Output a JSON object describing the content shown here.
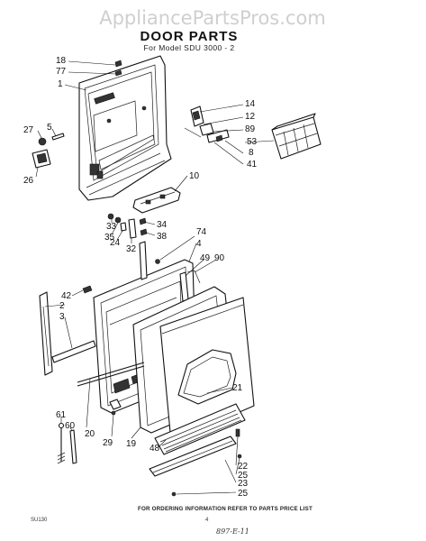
{
  "watermark": "AppliancePartsPros.com",
  "title": "DOOR PARTS",
  "subtitle": "For Model SDU 3000 - 2",
  "footer_note": "FOR ORDERING INFORMATION REFER TO PARTS PRICE LIST",
  "doc_code": "SU130",
  "page_number": "4",
  "signature": "897-E-11",
  "callouts": {
    "c18": "18",
    "c77": "77",
    "c1": "1",
    "c27": "27",
    "c5": "5",
    "c26": "26",
    "c14": "14",
    "c12": "12",
    "c89": "89",
    "c53": "53",
    "c8": "8",
    "c41": "41",
    "c10": "10",
    "c33": "33",
    "c34": "34",
    "c35": "35",
    "c24": "24",
    "c32": "32",
    "c38": "38",
    "c74": "74",
    "c4": "4",
    "c49": "49",
    "c90": "90",
    "c42": "42",
    "c2": "2",
    "c3": "3",
    "c21": "21",
    "c61": "61",
    "c60": "60",
    "c20": "20",
    "c29": "29",
    "c19": "19",
    "c48": "48",
    "c22": "22",
    "c25a": "25",
    "c23": "23",
    "c25b": "25"
  }
}
